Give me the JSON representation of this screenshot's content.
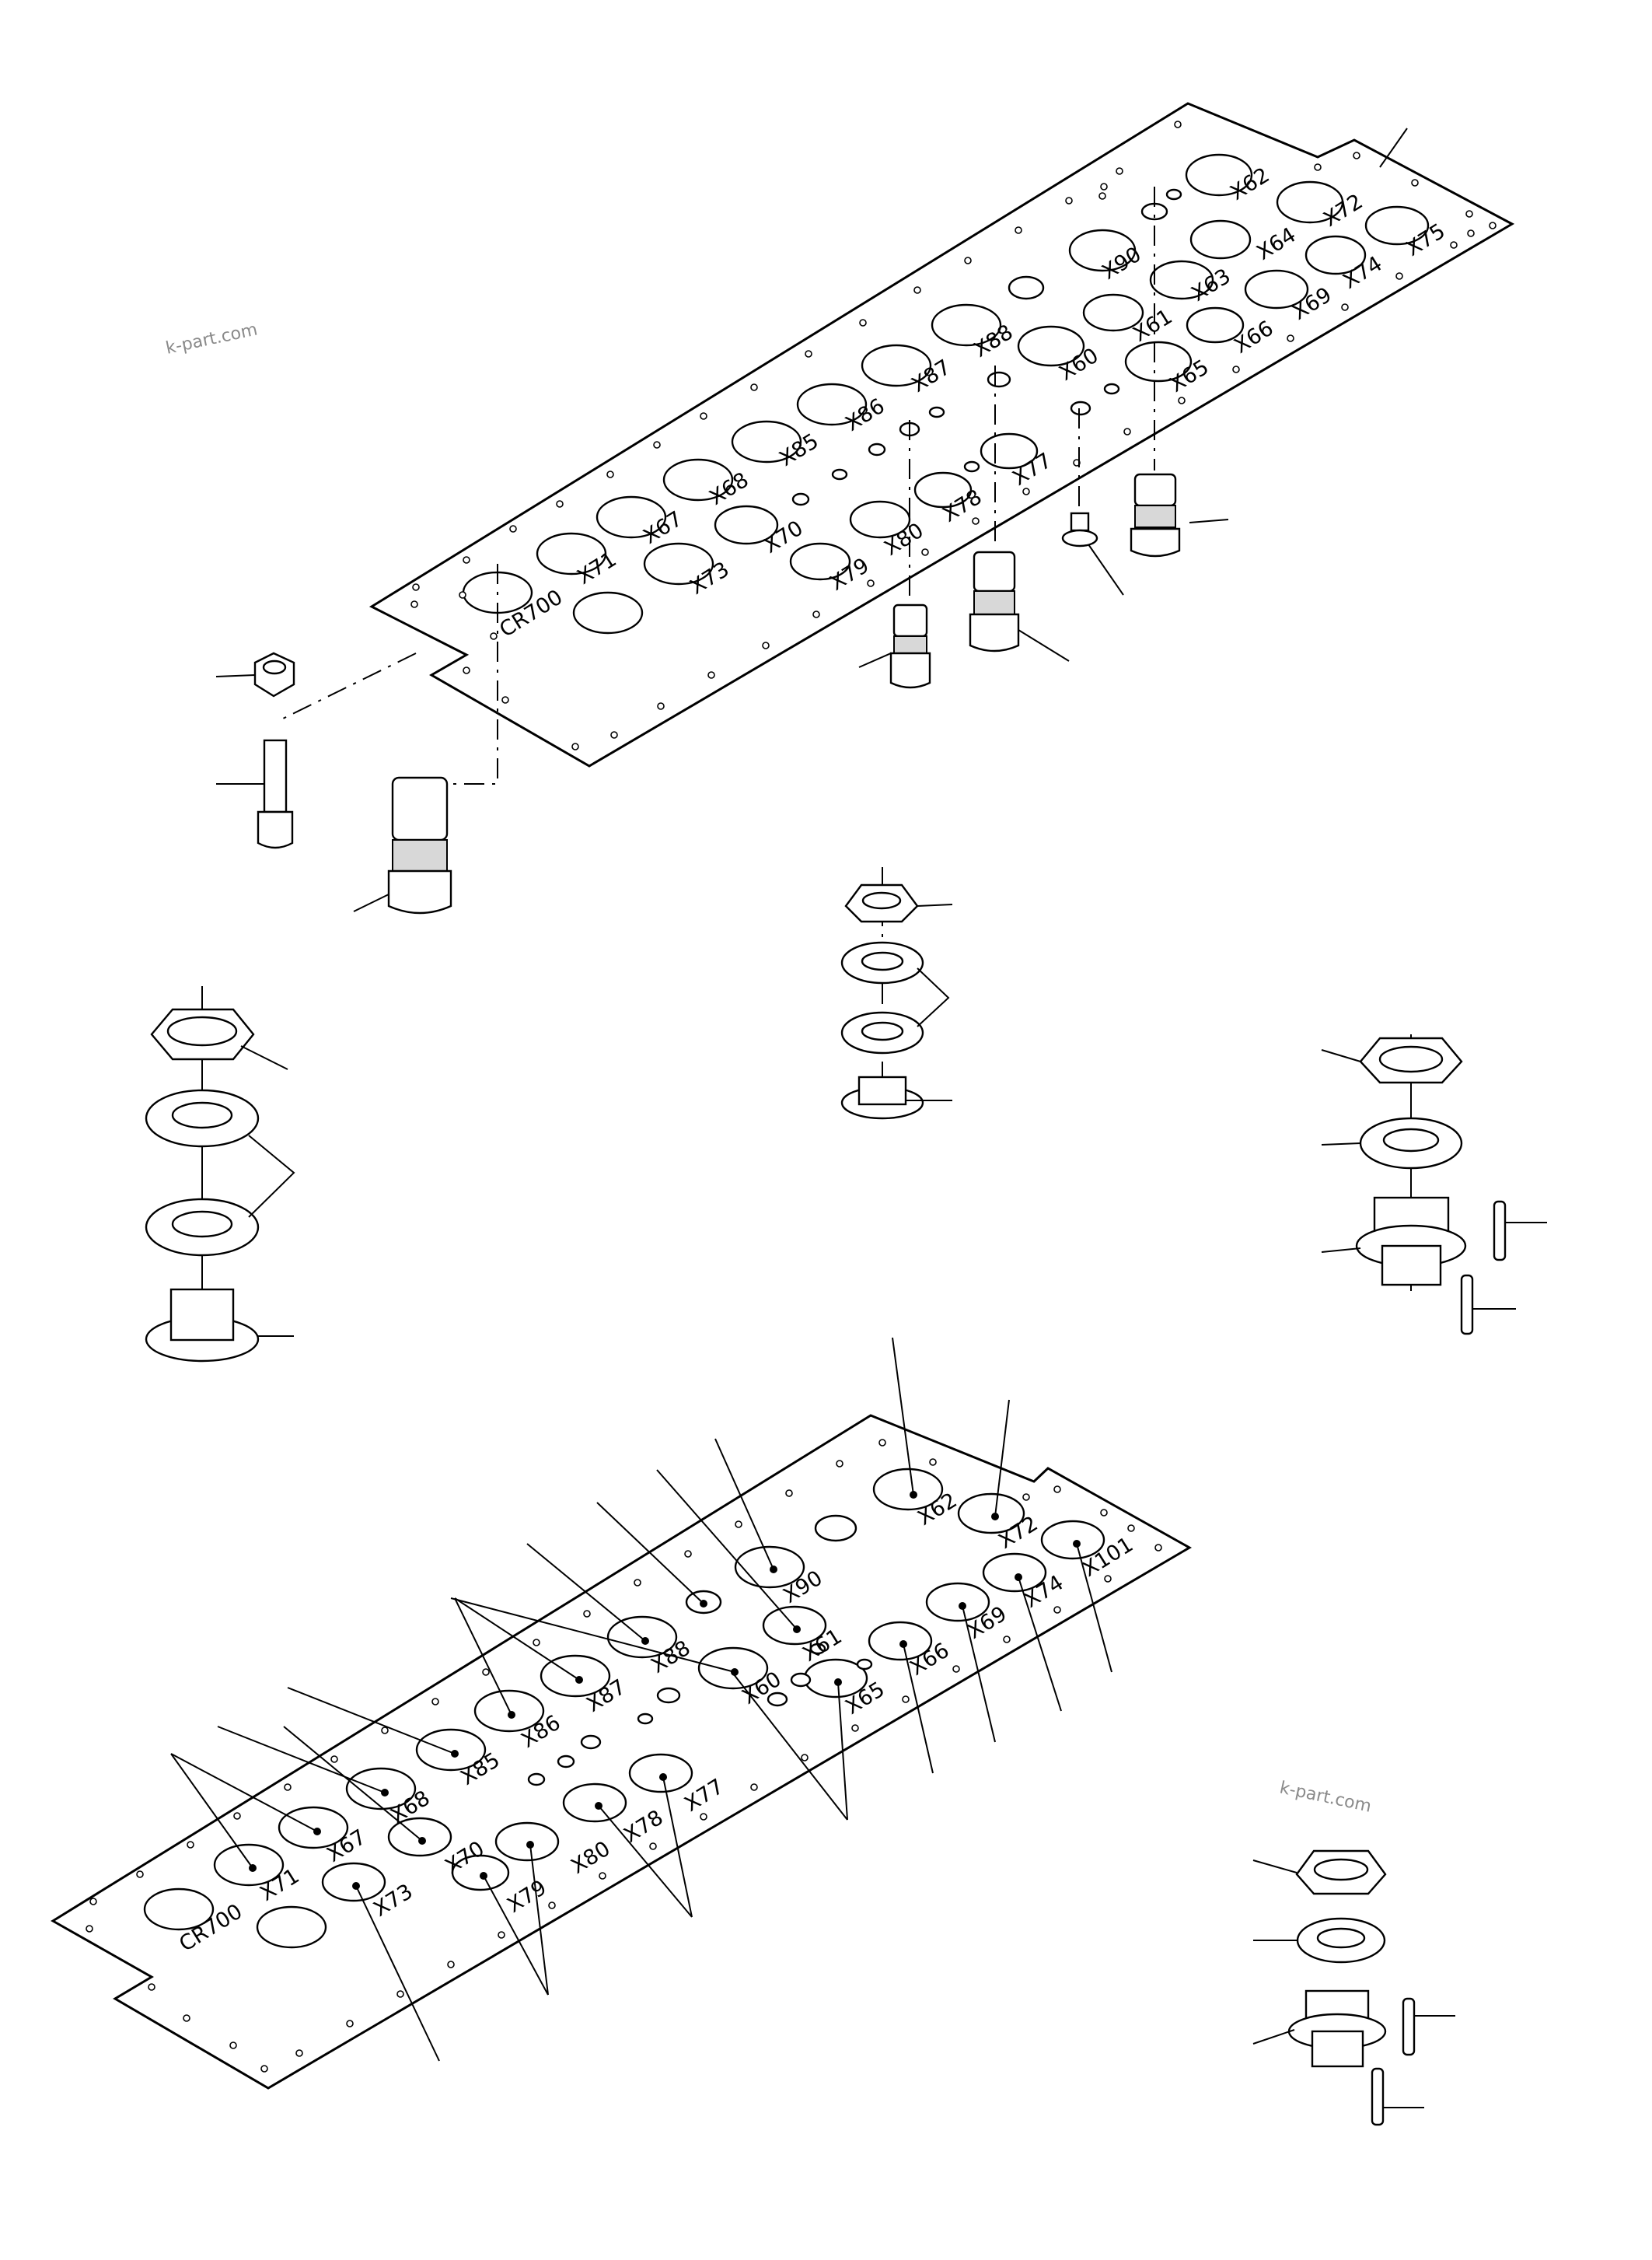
{
  "watermark": "k-part.com",
  "upper_plate": {
    "port_labels": [
      "X62",
      "X72",
      "X75",
      "X64",
      "X74",
      "X90",
      "X63",
      "X69",
      "X61",
      "X66",
      "X88",
      "X60",
      "X65",
      "X87",
      "X86",
      "X85",
      "X77",
      "X68",
      "X78",
      "X67",
      "X70",
      "X80",
      "X71",
      "X73",
      "X79",
      "CR700"
    ]
  },
  "lower_plate": {
    "port_labels": [
      "X62",
      "X72",
      "X101",
      "X90",
      "X74",
      "X69",
      "X61",
      "X66",
      "X88",
      "X60",
      "X65",
      "X87",
      "X86",
      "X85",
      "X77",
      "X68",
      "X78",
      "X67",
      "X70",
      "X80",
      "X71",
      "X73",
      "X79",
      "CR700"
    ]
  }
}
